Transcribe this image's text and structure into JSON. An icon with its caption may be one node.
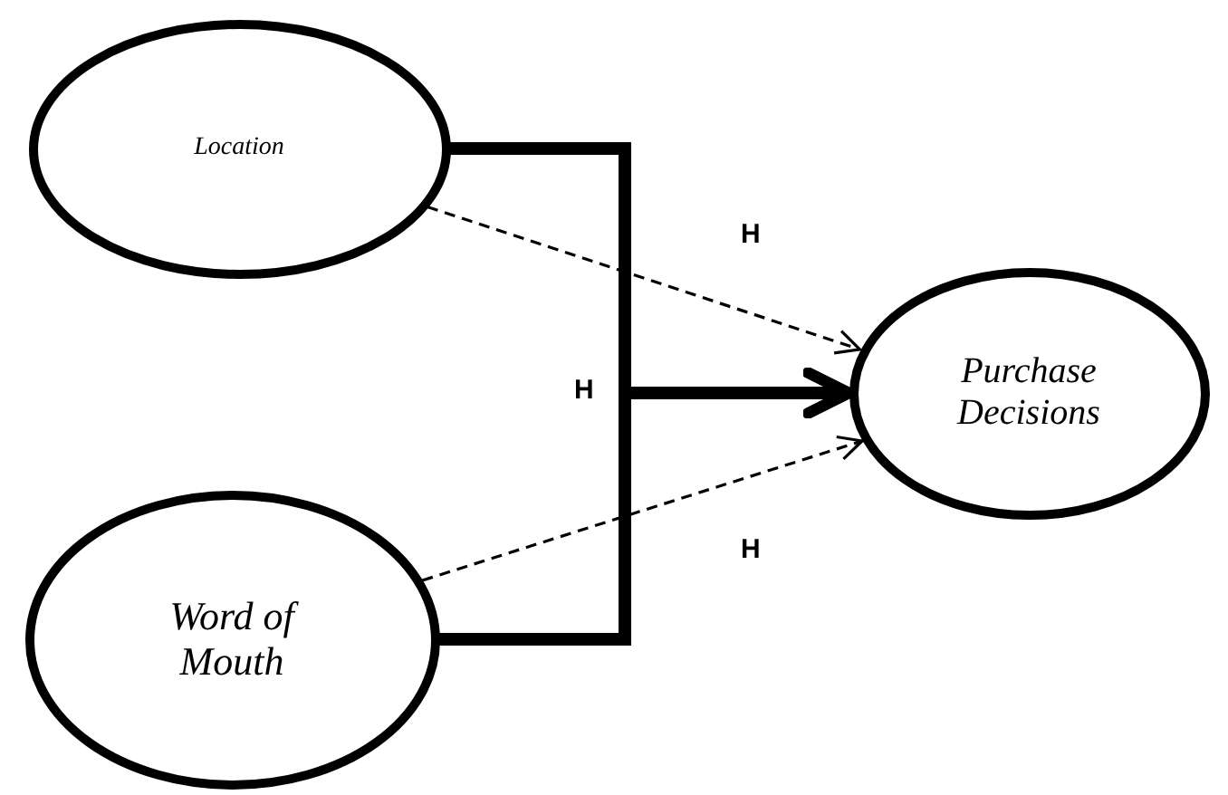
{
  "diagram": {
    "nodes": [
      {
        "text": [
          "Location"
        ]
      },
      {
        "text": [
          "Word of Mouth"
        ]
      },
      {
        "text": [
          "Purchase Decisions"
        ]
      }
    ],
    "edges": [
      {
        "from": 0,
        "to": 2,
        "arrow": "to",
        "style": "thick"
      },
      {
        "from": 1,
        "to": 2,
        "arrow": "to",
        "style": "thick"
      },
      {
        "from": 0,
        "to": 2,
        "arrow": "to",
        "style": "dashed",
        "label": "H"
      },
      {
        "from": 1,
        "to": 2,
        "arrow": "to",
        "style": "dashed",
        "label": "H"
      }
    ],
    "labels": [
      "H"
    ]
  }
}
